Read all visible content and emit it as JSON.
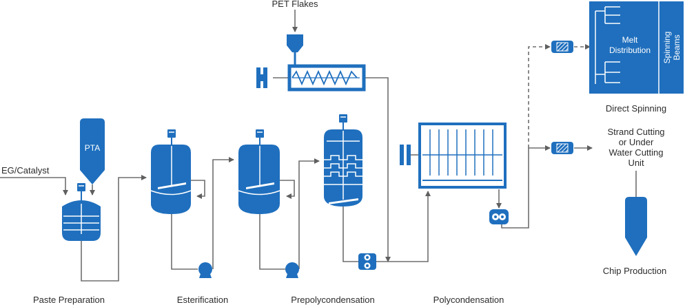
{
  "inputs": {
    "eg_catalyst": "EG/Catalyst",
    "pta": "PTA",
    "pet_flakes": "PET Flakes"
  },
  "stages": {
    "paste_preparation": "Paste Preparation",
    "esterification": "Esterification",
    "prepolycondensation": "Prepolycondensation",
    "polycondensation": "Polycondensation"
  },
  "outputs": {
    "melt_distribution_line1": "Melt",
    "melt_distribution_line2": "Distribution",
    "spinning_beams_line1": "Spinning",
    "spinning_beams_line2": "Beams",
    "direct_spinning": "Direct Spinning",
    "strand_line1": "Strand Cutting",
    "strand_line2": "or Under",
    "strand_line3": "Water Cutting",
    "strand_line4": "Unit",
    "chip_production": "Chip Production"
  },
  "colors": {
    "equipment": "#1f6fbe",
    "pipe": "#6e6e6e",
    "label": "#2b2b2b"
  }
}
